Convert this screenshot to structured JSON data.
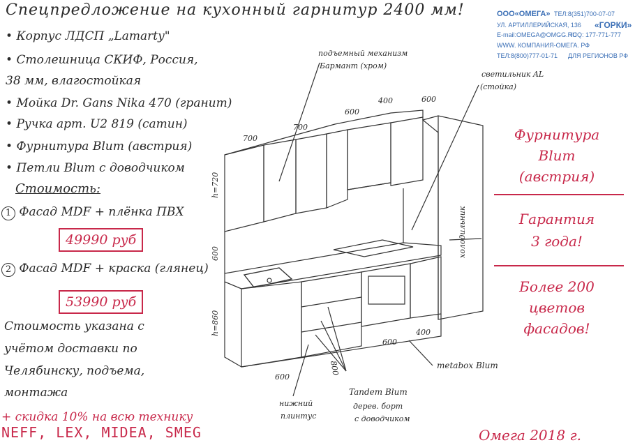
{
  "title": "Спецпредложение на кухонный гарнитур 2400 мм!",
  "specs": [
    {
      "text": "Корпус ЛДСП „Lamarty\""
    },
    {
      "text": "Столешница СКИФ, Россия,"
    },
    {
      "text": "38 мм, влагостойкая"
    },
    {
      "text": "Мойка Dr. Gans Nika 470 (гранит)"
    },
    {
      "text": "Ручка арт. U2 819 (сатин)"
    },
    {
      "text": "Фурнитура Blum (австрия)"
    },
    {
      "text": "Петли Blum с доводчиком"
    }
  ],
  "cost_heading": "Стоимость:",
  "options": [
    {
      "num": "1",
      "text": "Фасад MDF + плёнка ПВХ",
      "price": "49990 руб"
    },
    {
      "num": "2",
      "text": "Фасад MDF + краска (глянец)",
      "price": "53990 руб"
    }
  ],
  "note": [
    "Стоимость указана с",
    "учётом доставки по",
    "Челябинску, подъема,",
    "монтажа"
  ],
  "discount": "+ скидка 10% на всю технику",
  "brands": "NEFF, LEX, MIDEA, SMEG",
  "company": {
    "name": "ООО«ОМЕГА»",
    "tel1": "ТЕЛ:8(351)700-07-07",
    "address": "УЛ. АРТИЛЛЕРИЙСКАЯ, 136",
    "mall": "«ГОРКИ»",
    "email": "E-mail:OMEGA@OMGG.RU",
    "icq": "ICQ: 177-771-777",
    "site": "WWW. КОМПАНИЯ-ОМЕГА. РФ",
    "tel2": "ТЕЛ:8(800)777-01-71",
    "regions": "ДЛЯ РЕГИОНОВ РФ"
  },
  "benefits": [
    [
      "Фурнитура",
      "Blum",
      "(австрия)"
    ],
    [
      "Гарантия",
      "3 года!"
    ],
    [
      "Более 200",
      "цветов",
      "фасадов!"
    ]
  ],
  "drawing_labels": {
    "lift": [
      "подъемный механизм",
      "Бармант (хром)"
    ],
    "lighting": [
      "светильник AL",
      "(стойка)"
    ],
    "metabox": "metabox Blum",
    "tandem": [
      "Tandem Blum",
      "дерев. борт",
      "с доводчиком"
    ],
    "plinth": [
      "нижний",
      "плинтус"
    ],
    "fridge": "холодильник",
    "dims": {
      "d700a": "700",
      "d700b": "700",
      "d600a": "600",
      "d400": "400",
      "d600b": "600",
      "h720": "h=720",
      "h600": "600",
      "h860": "h=860",
      "d600c": "600",
      "d800": "800",
      "d600d": "600",
      "d400b": "400"
    }
  },
  "signature": "Омега 2018 г."
}
